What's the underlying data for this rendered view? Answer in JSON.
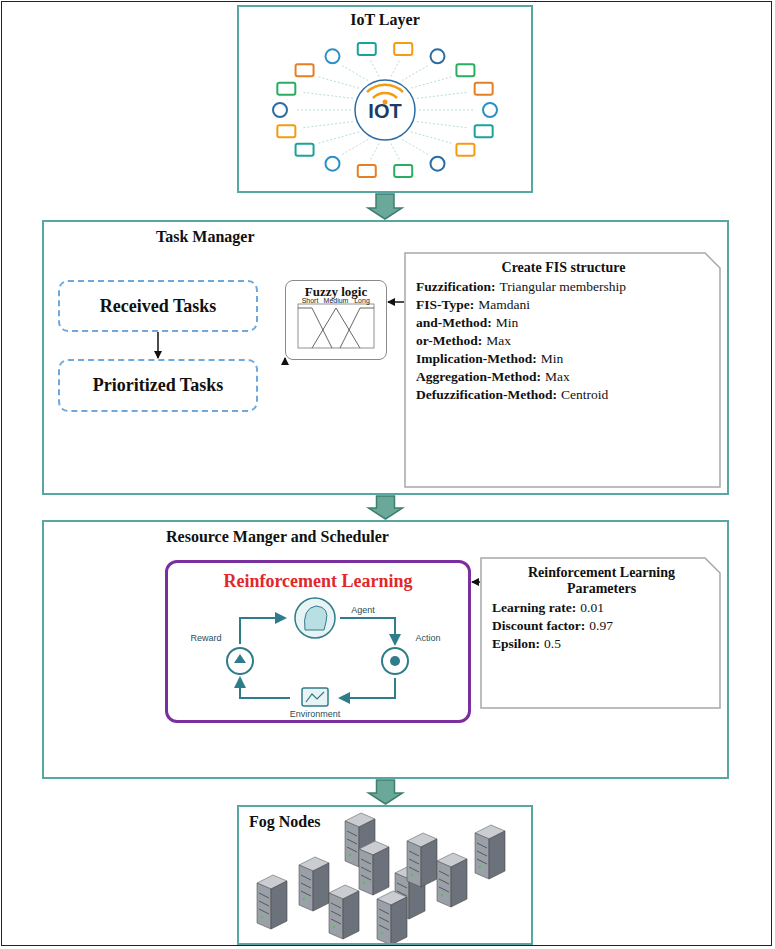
{
  "diagram": {
    "nodes": [
      {
        "text": [
          "IoT Layer"
        ]
      },
      {
        "text": [
          "Task Manager"
        ]
      },
      {
        "text": [
          "Received Tasks"
        ],
        "in": 1
      },
      {
        "text": [
          "Prioritized Tasks"
        ],
        "in": 1
      },
      {
        "text": [
          "Fuzzy logic"
        ],
        "in": 1
      },
      {
        "text": [
          "Create FIS structure",
          "Fuzzification:",
          "Triangular membership",
          "FIS-Type:",
          "Mamdani",
          "and-Method:",
          "Min",
          "or-Method:",
          "Max",
          "Implication-Method:",
          "Min",
          "Aggregation-Method:",
          "Max",
          "Defuzzification-Method:",
          "Centroid"
        ],
        "in": 1
      },
      {
        "text": [
          "Resource Manger and Scheduler"
        ]
      },
      {
        "text": [
          "Reinforcement Learning"
        ],
        "in": 6
      },
      {
        "text": [
          "Reinforcement Learning Parameters",
          "Learning rate:",
          "0.01",
          "Discount factor:",
          "0.97",
          "Epsilon:",
          "0.5"
        ],
        "in": 6
      },
      {
        "text": [
          "Fog Nodes"
        ]
      }
    ],
    "edges": [
      {
        "from": 0,
        "to": 1,
        "arrow": "to"
      },
      {
        "from": 1,
        "to": 6,
        "arrow": "to"
      },
      {
        "from": 6,
        "to": 9,
        "arrow": "to"
      },
      {
        "from": 2,
        "to": 3,
        "arrow": "to"
      },
      {
        "from": 4,
        "to": 3,
        "arrow": "to"
      },
      {
        "from": 5,
        "to": 4,
        "arrow": "to"
      },
      {
        "from": 8,
        "to": 7,
        "arrow": "to"
      }
    ],
    "labels": [
      "IOT",
      "Short",
      "Medium",
      "Long",
      "Agent",
      "Action",
      "Environment",
      "Reward"
    ]
  }
}
